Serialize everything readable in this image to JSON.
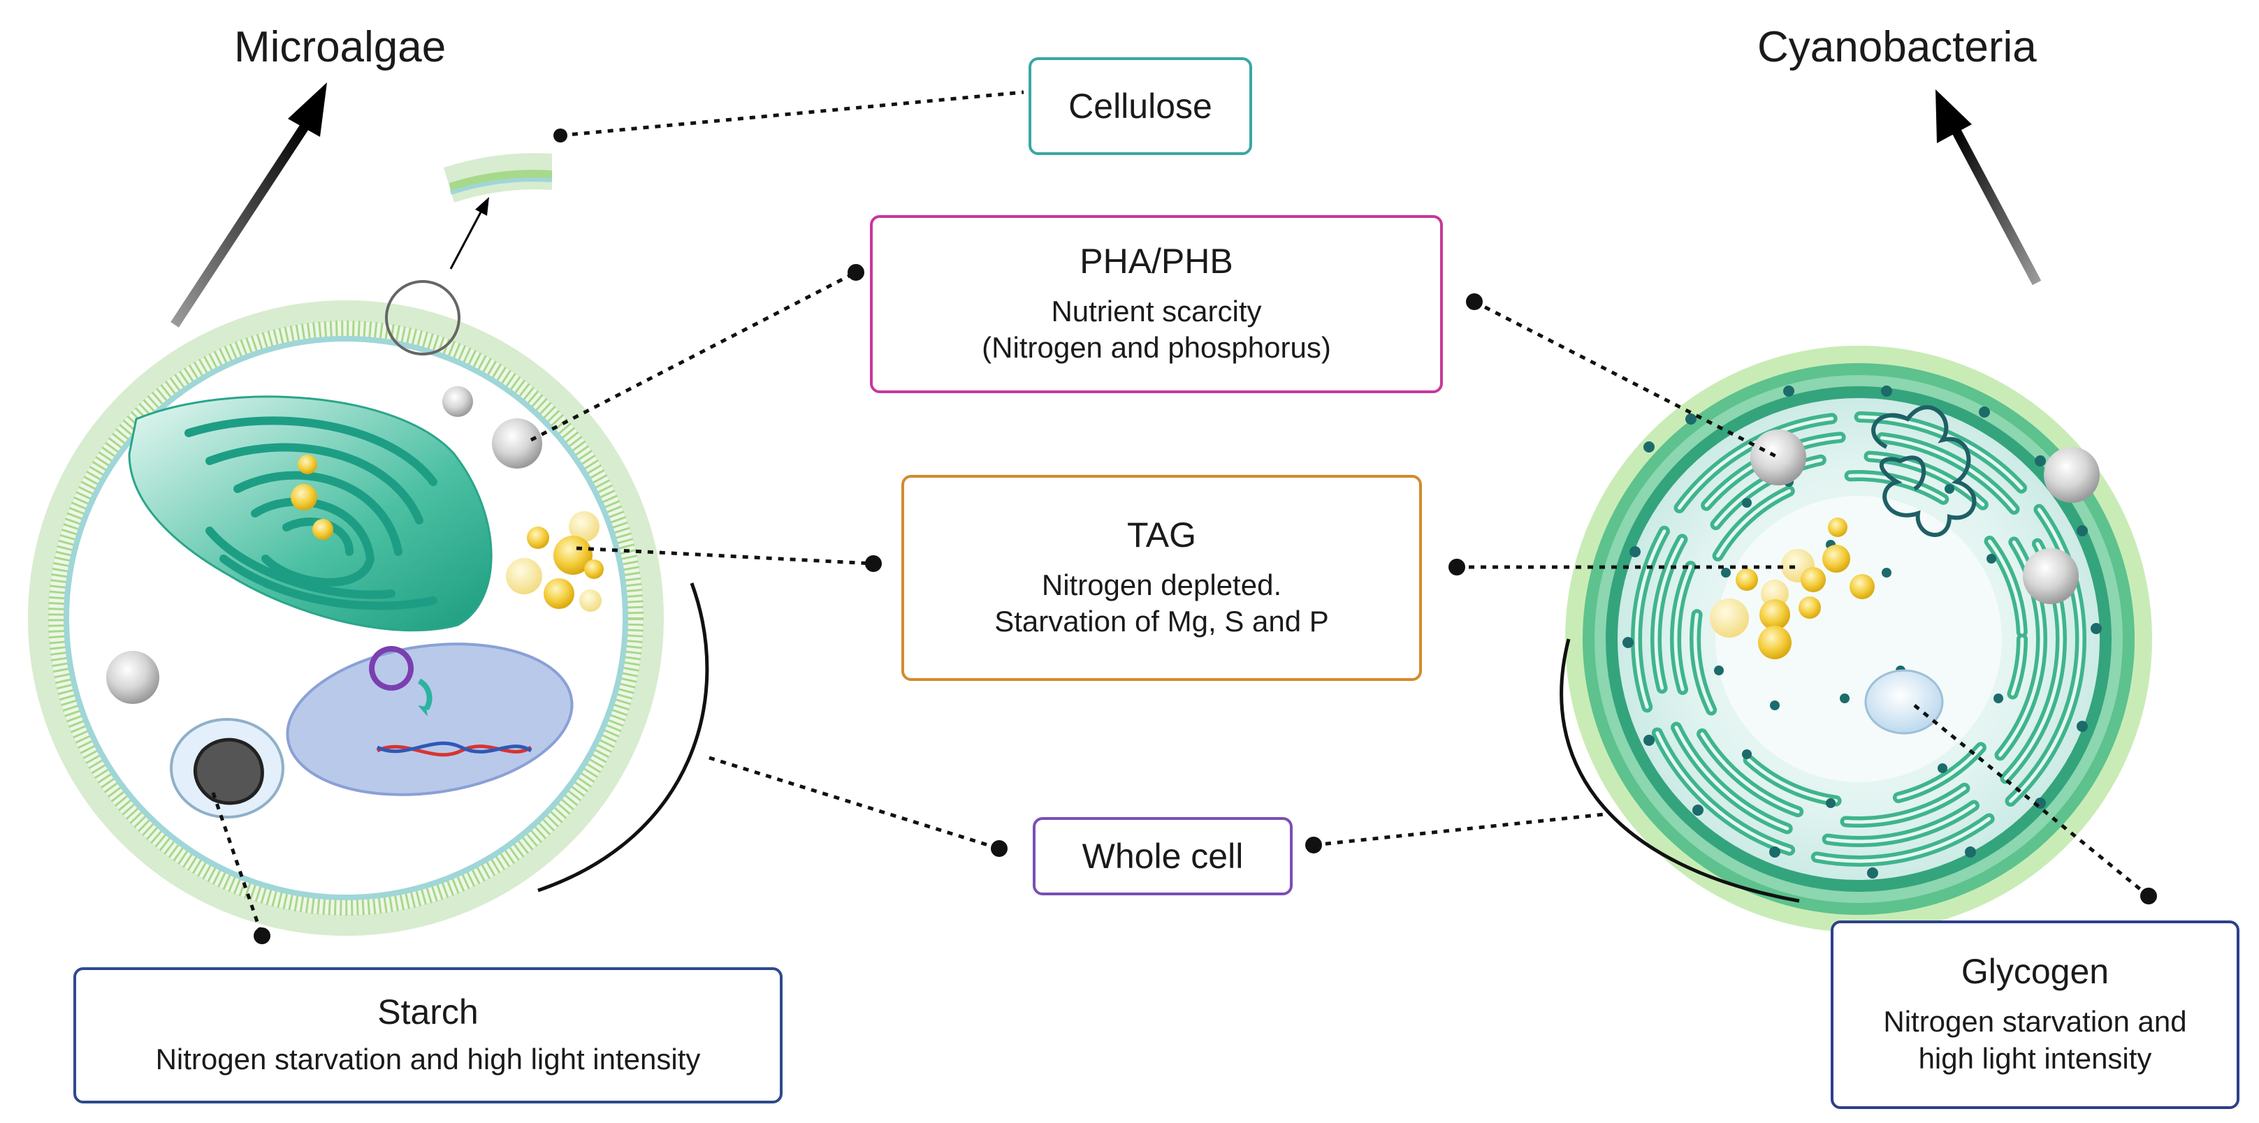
{
  "titles": {
    "left": "Microalgae",
    "right": "Cyanobacteria"
  },
  "boxes": {
    "cellulose": {
      "title": "Cellulose"
    },
    "pha": {
      "title": "PHA/PHB",
      "line1": "Nutrient scarcity",
      "line2": "(Nitrogen and phosphorus)"
    },
    "tag": {
      "title": "TAG",
      "line1": "Nitrogen depleted.",
      "line2": "Starvation  of Mg, S and P"
    },
    "whole": {
      "title": "Whole cell"
    },
    "starch": {
      "title": "Starch",
      "line1": "Nitrogen starvation and high light intensity"
    },
    "glycogen": {
      "title": "Glycogen",
      "line1": "Nitrogen starvation and",
      "line2": "high light intensity"
    }
  },
  "colors": {
    "cellulose_border": "#3aa6a6",
    "pha_border": "#c9379b",
    "tag_border": "#d48a2c",
    "whole_border": "#7a4fb5",
    "starch_border": "#2e4a8c",
    "glycogen_border": "#2e3f8c",
    "green_dark": "#1d9e84",
    "green_light": "#bfe6b0",
    "lipid": "#f2c734",
    "granule": "#c8c8c8"
  }
}
